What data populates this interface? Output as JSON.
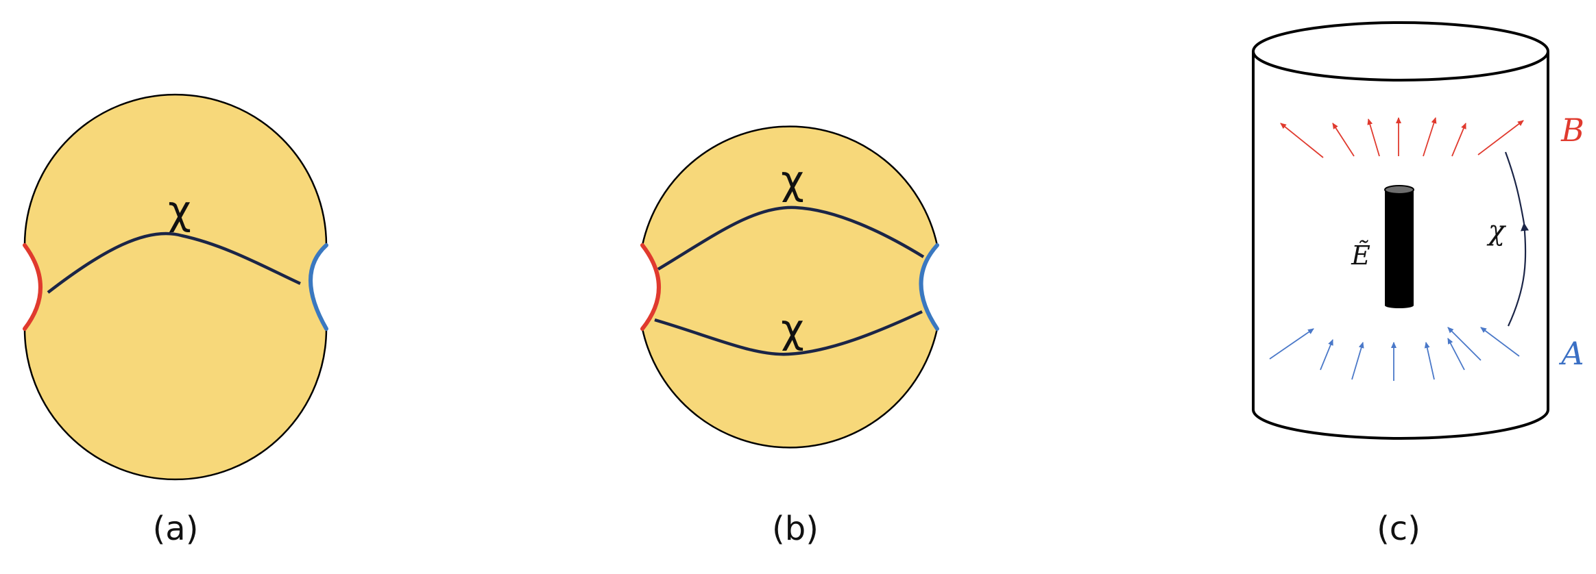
{
  "panels": {
    "a": {
      "caption": "(a)",
      "curve_label": "χ"
    },
    "b": {
      "caption": "(b)",
      "upper_curve_label": "χ",
      "lower_curve_label": "χ"
    },
    "c": {
      "caption": "(c)",
      "label_top": "B",
      "label_bottom": "A",
      "label_object": "Ẽ",
      "label_arrow": "χ"
    }
  },
  "colors": {
    "disk_fill": "#f7d87a",
    "geodesic": "#1b2547",
    "left_boundary": "#e03a2e",
    "right_boundary": "#3a78c0",
    "outgoing_arrows": "#e03a2e",
    "incoming_arrows": "#4a78c8",
    "label_B": "#e03a2e",
    "label_A": "#3a6fc4",
    "black_hole": "#000000"
  }
}
